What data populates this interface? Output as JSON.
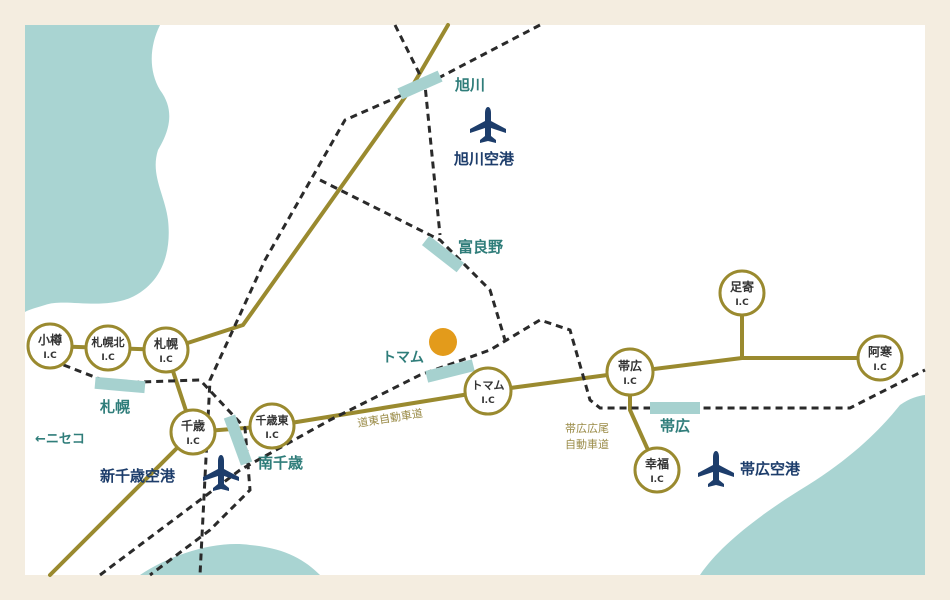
{
  "colors": {
    "frame": "#f4ede0",
    "land": "#ffffff",
    "water": "#a9d4d2",
    "road": "#9a8a2f",
    "rail": "#2a2a2a",
    "station": "#a6d1cf",
    "station_text": "#2f7d7a",
    "airport": "#1d3d6b",
    "tomamu": "#e39b1b"
  },
  "interchanges": [
    {
      "id": "otaru",
      "name": "小樽",
      "sub": "I.C"
    },
    {
      "id": "sapporokita",
      "name": "札幌北",
      "sub": "I.C"
    },
    {
      "id": "sapporo",
      "name": "札幌",
      "sub": "I.C"
    },
    {
      "id": "chitose",
      "name": "千歳",
      "sub": "I.C"
    },
    {
      "id": "chitosehigashi",
      "name": "千歳東",
      "sub": "I.C"
    },
    {
      "id": "tomamu",
      "name": "トマム",
      "sub": "I.C"
    },
    {
      "id": "obihiro",
      "name": "帯広",
      "sub": "I.C"
    },
    {
      "id": "ashoro",
      "name": "足寄",
      "sub": "I.C"
    },
    {
      "id": "akan",
      "name": "阿寒",
      "sub": "I.C"
    },
    {
      "id": "kofuku",
      "name": "幸福",
      "sub": "I.C"
    }
  ],
  "stations": [
    {
      "id": "asahikawa",
      "name": "旭川"
    },
    {
      "id": "furano",
      "name": "富良野"
    },
    {
      "id": "sapporo",
      "name": "札幌"
    },
    {
      "id": "minamichitose",
      "name": "南千歳"
    },
    {
      "id": "tomamu",
      "name": "トマム"
    },
    {
      "id": "obihiro",
      "name": "帯広"
    }
  ],
  "airports": [
    {
      "id": "asahikawa",
      "name": "旭川空港"
    },
    {
      "id": "newchitose",
      "name": "新千歳空港"
    },
    {
      "id": "tokachi",
      "name": "帯広空港"
    }
  ],
  "roads": {
    "doto": "道東自動車道",
    "obihiro_hiroo_line1": "帯広広尾",
    "obihiro_hiroo_line2": "自動車道"
  },
  "niseko": "←ニセコ",
  "icon_names": {
    "airport": "airplane-icon",
    "resort": "tomamu-resort-marker"
  }
}
